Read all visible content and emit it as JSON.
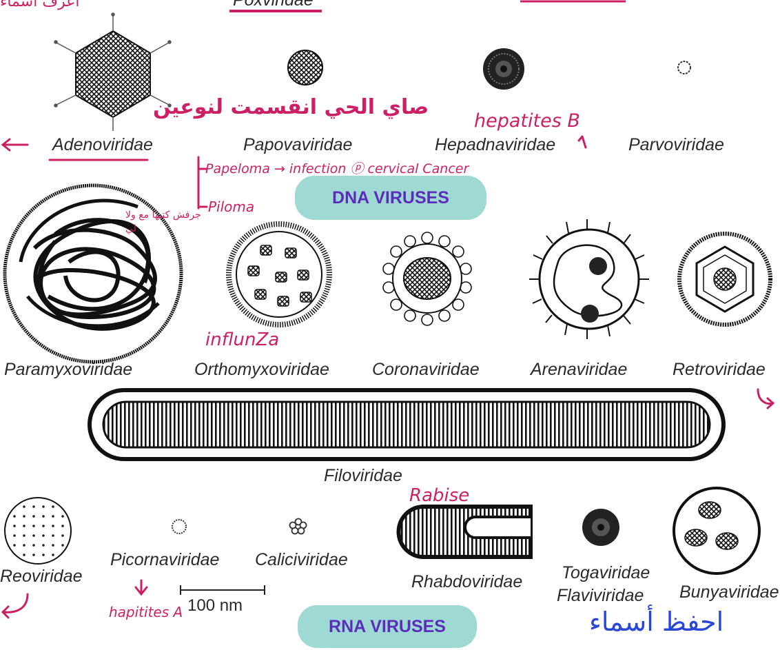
{
  "top_header": {
    "text": "Poxviridae"
  },
  "dna": {
    "families": [
      "Adenoviridae",
      "Papovaviridae",
      "Hepadnaviridae",
      "Parvoviridae"
    ],
    "label": "DNA VIRUSES"
  },
  "rna": {
    "families": [
      "Paramyxoviridae",
      "Orthomyxoviridae",
      "Coronaviridae",
      "Arenaviridae",
      "Retroviridae",
      "Filoviridae",
      "Reoviridae",
      "Picornaviridae",
      "Caliciviridae",
      "Rhabdoviridae",
      "Togaviridae",
      "Flaviviridae",
      "Bunyaviridae"
    ],
    "label": "RNA VIRUSES"
  },
  "scale_bar": {
    "label": "100 nm"
  },
  "annotations": {
    "papova_arabic": "صاي الحي انقسمت لنوعين",
    "hepatitis_b": "hepatites B",
    "papiloma": "Papeloma → infection ⓟ cervical Cancer",
    "piloma": "Piloma",
    "paramyxo_arabic": "جرفش كتبها مع ولا لي",
    "influenza": "influnZa",
    "rabies": "Rabise",
    "hepatitis_a": "hapitites A",
    "bottom_arabic": "احفظ أسماء",
    "top_left_fragment": "اعرف اسماء"
  },
  "colors": {
    "ink": "#cc1f66",
    "pill": "#9fd9d3",
    "pill_text": "#5b2dbb"
  }
}
